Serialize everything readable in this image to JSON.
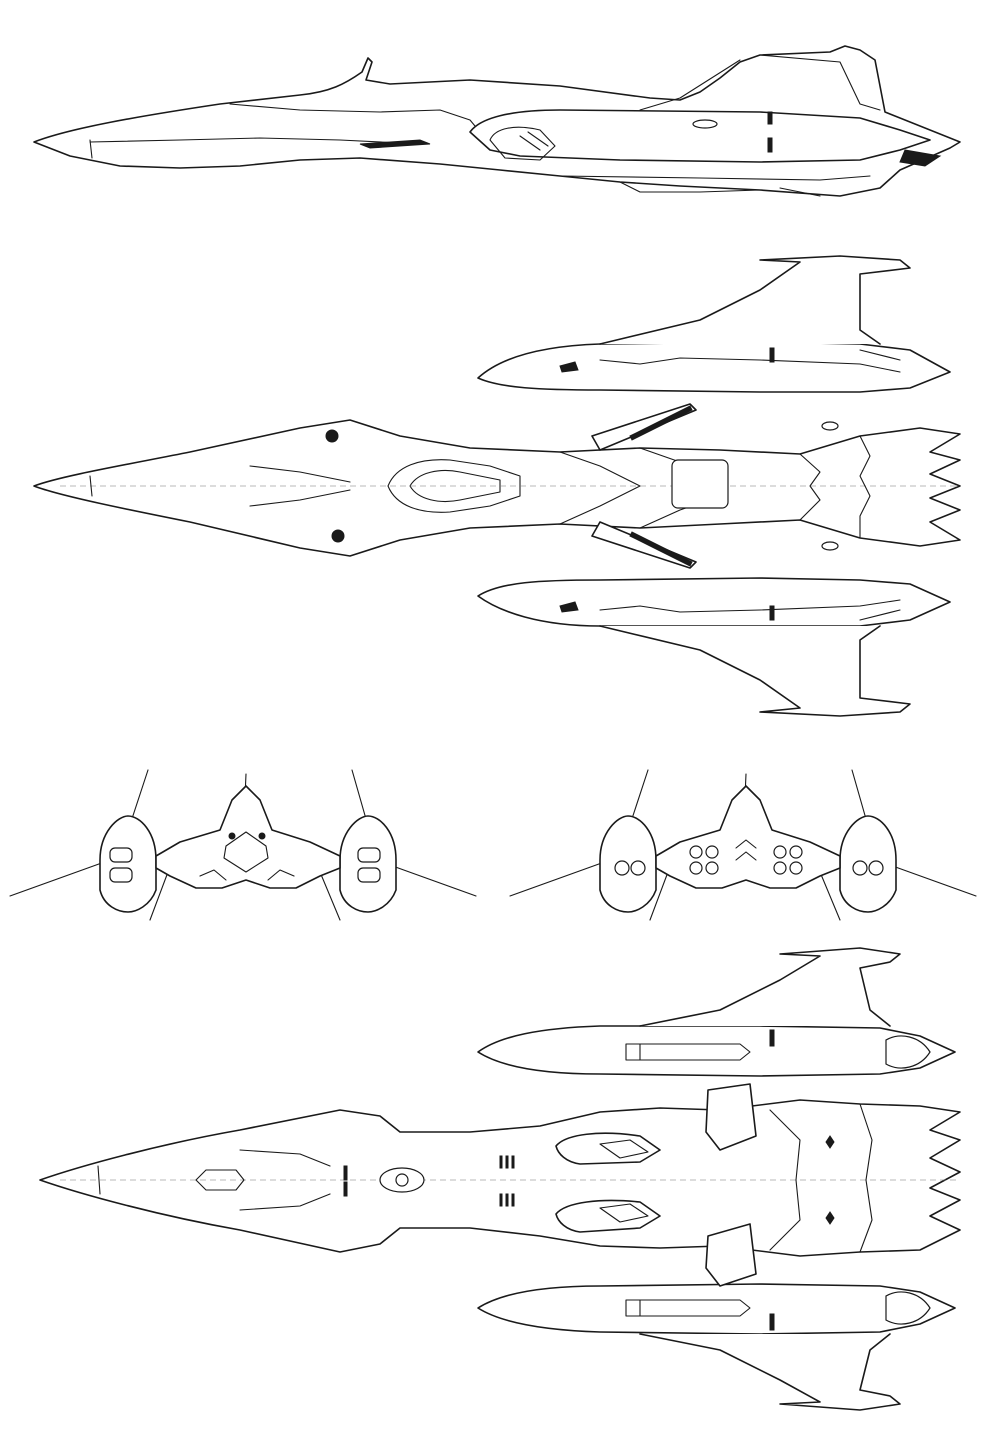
{
  "colors": {
    "background": "#ffffff",
    "line": "#1a1a1a",
    "center_line": "#777777"
  },
  "views": {
    "side": {
      "name": "side-view"
    },
    "top": {
      "name": "top-view"
    },
    "front": {
      "name": "front-view"
    },
    "rear": {
      "name": "rear-view"
    },
    "bottom": {
      "name": "bottom-view"
    }
  }
}
